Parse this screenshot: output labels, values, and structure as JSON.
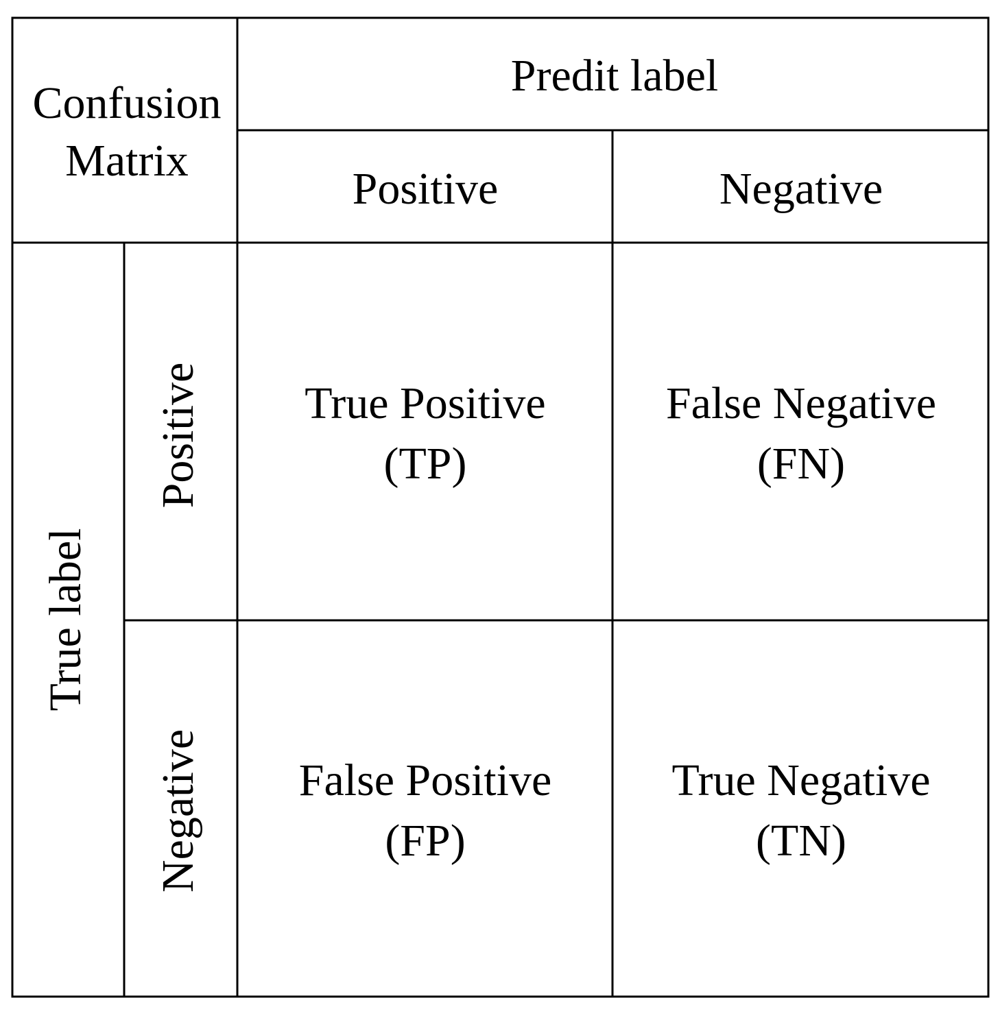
{
  "corner": {
    "line1": "Confusion",
    "line2": "Matrix"
  },
  "predicted_header": "Predit label",
  "predicted_classes": [
    "Positive",
    "Negative"
  ],
  "true_header": "True label",
  "true_classes": [
    "Positive",
    "Negative"
  ],
  "cells": {
    "tp": {
      "line1": "True Positive",
      "line2": "(TP)"
    },
    "fn": {
      "line1": "False Negative",
      "line2": "(FN)"
    },
    "fp": {
      "line1": "False Positive",
      "line2": "(FP)"
    },
    "tn": {
      "line1": "True Negative",
      "line2": "(TN)"
    }
  },
  "colors": {
    "line": "#000000",
    "text": "#000000",
    "background": "#ffffff"
  }
}
